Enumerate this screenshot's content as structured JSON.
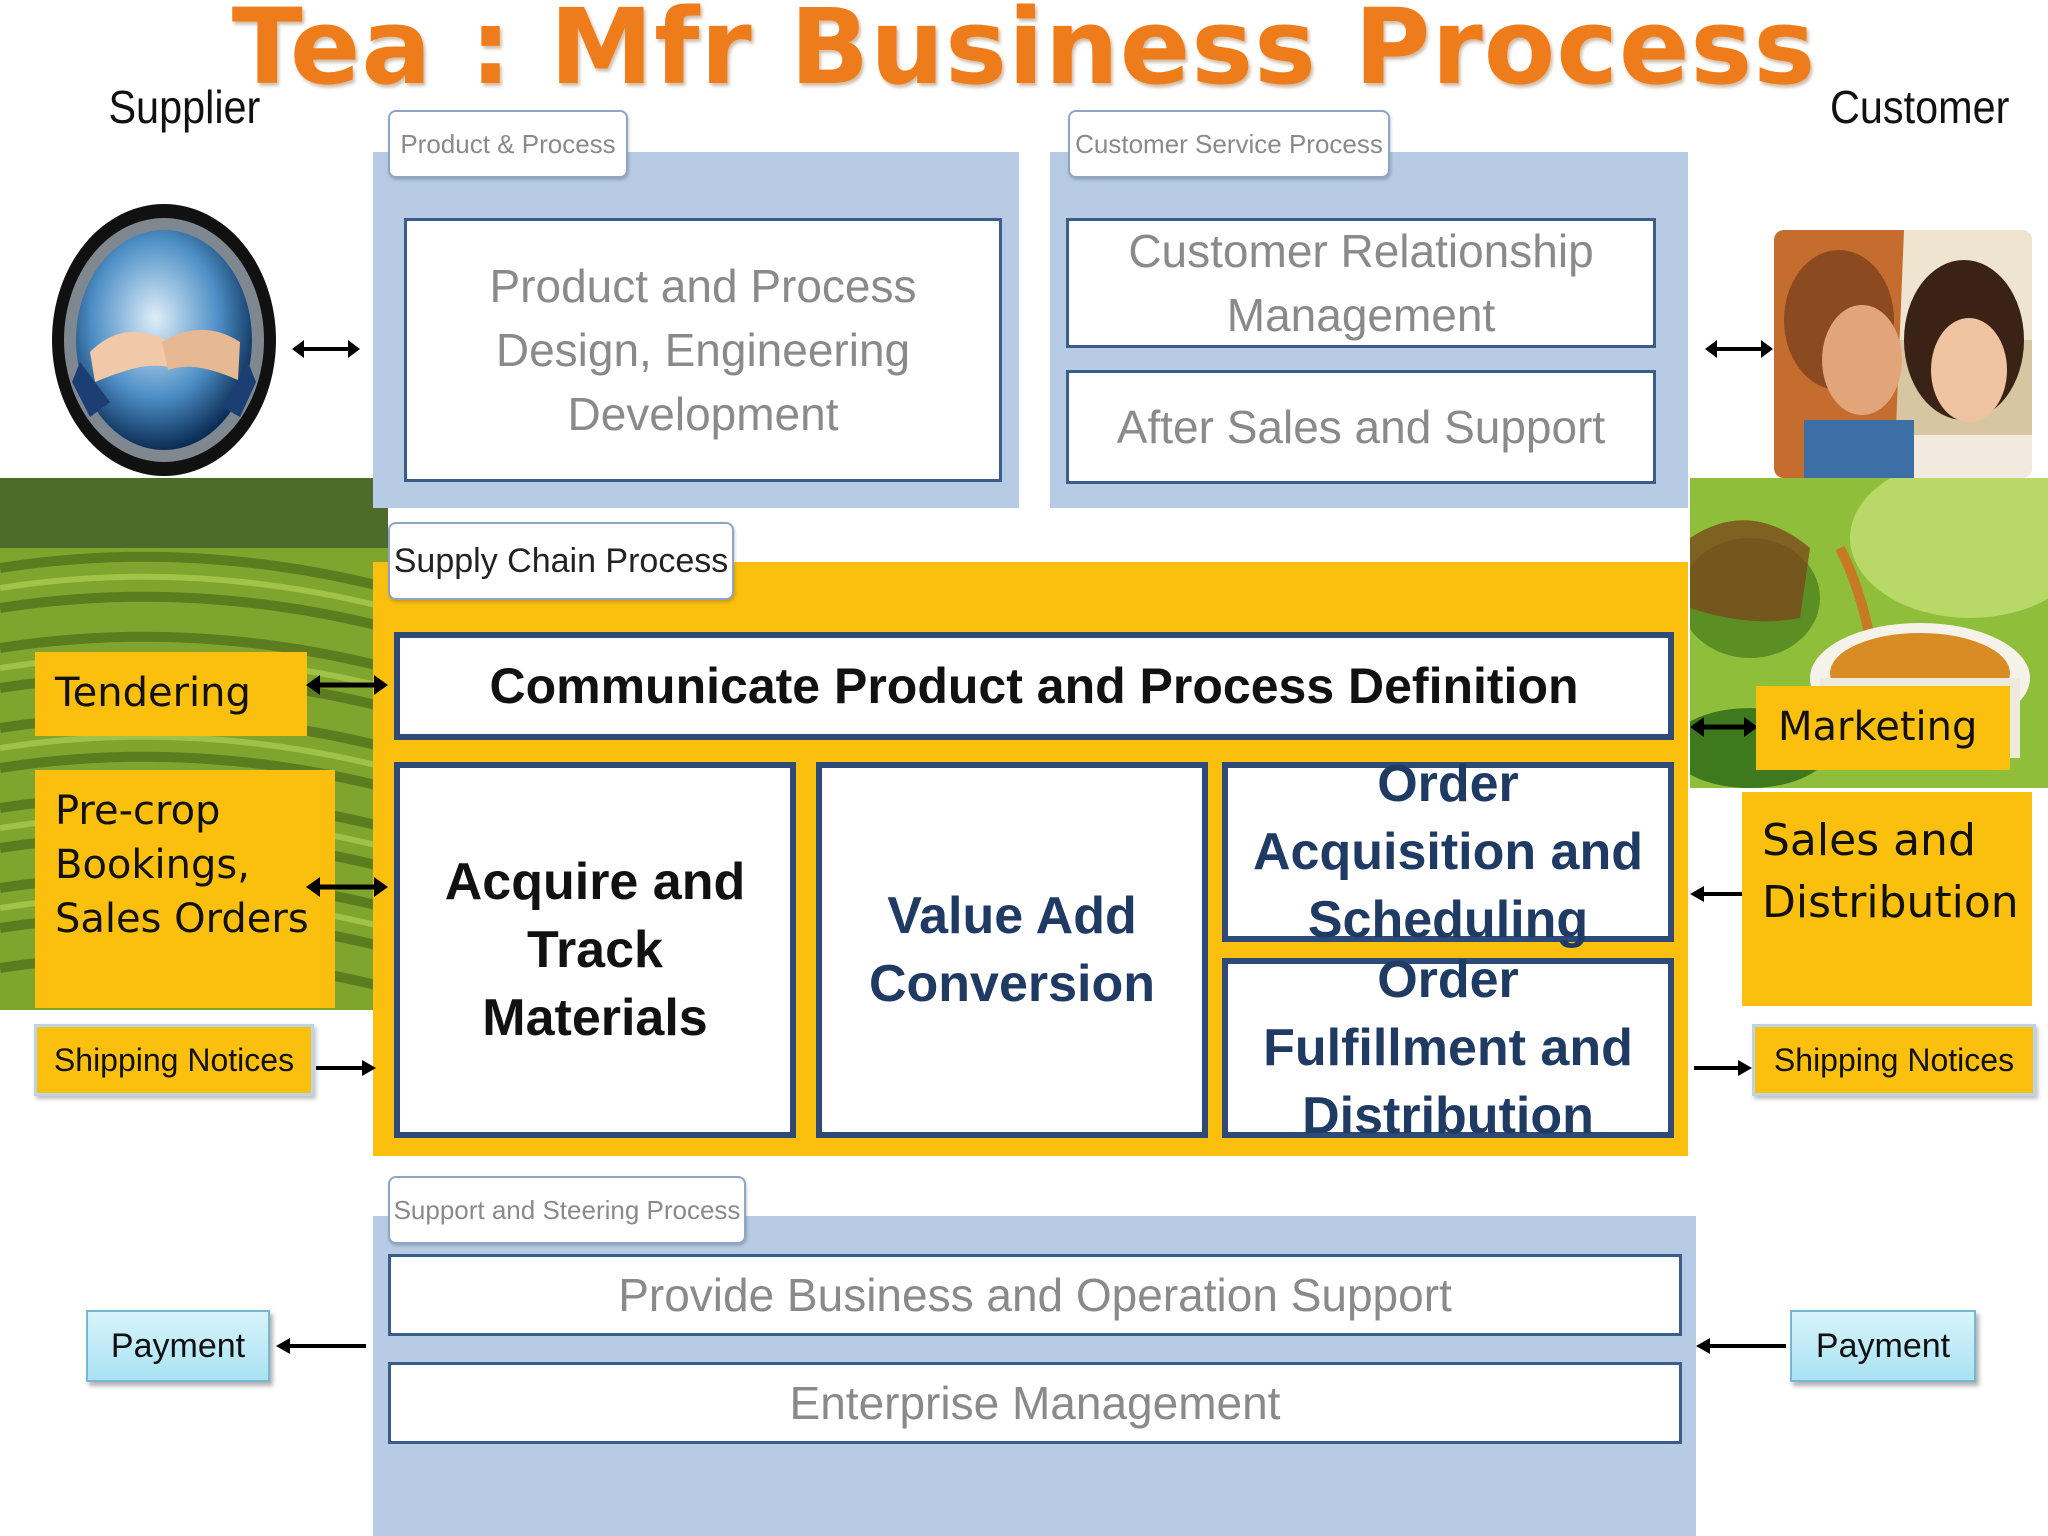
{
  "title": "Tea : Mfr Business Process",
  "left_party": "Supplier",
  "right_party": "Customer",
  "product_process": {
    "tab": "Product & Process",
    "box": "Product and Process Design, Engineering Development"
  },
  "customer_service": {
    "tab": "Customer Service Process",
    "crm": "Customer Relationship Management",
    "after_sales": "After Sales and Support"
  },
  "supply_chain": {
    "tab": "Supply Chain Process",
    "communicate": "Communicate Product and Process Definition",
    "acquire": "Acquire and Track Materials",
    "value_add": "Value Add Conversion",
    "order_acq": "Order Acquisition and Scheduling",
    "order_ful": "Order Fulfillment and Distribution"
  },
  "left_labels": {
    "tendering": "Tendering",
    "precrop": "Pre-crop Bookings, Sales Orders",
    "shipping": "Shipping Notices",
    "payment": "Payment"
  },
  "right_labels": {
    "marketing": "Marketing",
    "sales": "Sales and Distribution",
    "shipping": "Shipping Notices",
    "payment": "Payment"
  },
  "support": {
    "tab": "Support and Steering Process",
    "business_support": "Provide Business and Operation Support",
    "enterprise": "Enterprise Management"
  }
}
